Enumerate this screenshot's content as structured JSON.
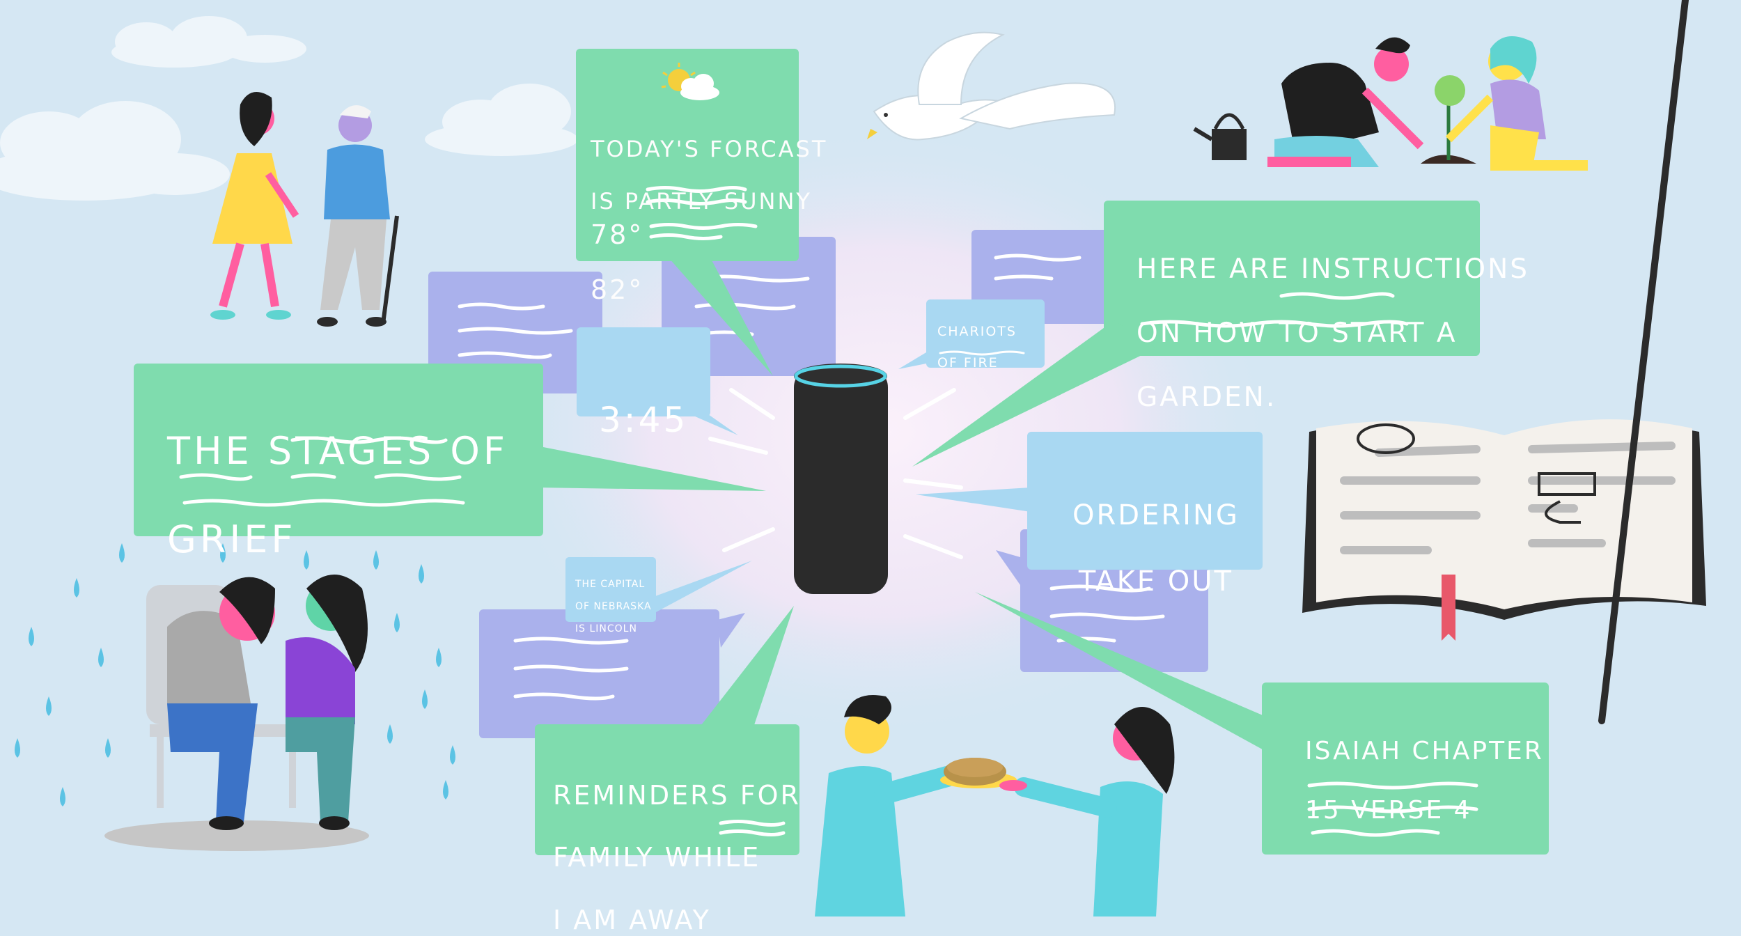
{
  "illustration": {
    "bubbles": {
      "forecast": {
        "line1": "TODAY'S FORCAST",
        "line2": "IS PARTLY SUNNY",
        "temp_low": "78°",
        "temp_high": "82°"
      },
      "garden": {
        "line1": "HERE ARE INSTRUCTIONS",
        "line2": "ON HOW TO START A",
        "line3": "GARDEN."
      },
      "chariots": {
        "line1": "CHARIOTS",
        "line2": "OF FIRE"
      },
      "time": {
        "text": "3:45"
      },
      "grief": {
        "line1": "THE STAGES OF",
        "line2": "GRIEF"
      },
      "takeout": {
        "line1": "ORDERING",
        "line2": "TAKE OUT"
      },
      "capital": {
        "line1": "THE CAPITAL",
        "line2": "OF NEBRASKA",
        "line3": "IS LINCOLN"
      },
      "reminders": {
        "line1": "REMINDERS FOR",
        "line2": "FAMILY WHILE",
        "line3": "I AM AWAY"
      },
      "isaiah": {
        "line1": "ISAIAH CHAPTER",
        "line2": "15 VERSE 4"
      }
    }
  },
  "colors": {
    "sky": "#d5e7f3",
    "green_bubble": "#7fdcae",
    "purple_bubble": "#aab1ec",
    "blue_bubble": "#a9d8f2",
    "speaker": "#2b2b2b",
    "speaker_ring": "#57d3e6",
    "glow": "#f6e9f8",
    "rain": "#5bc3e4"
  }
}
